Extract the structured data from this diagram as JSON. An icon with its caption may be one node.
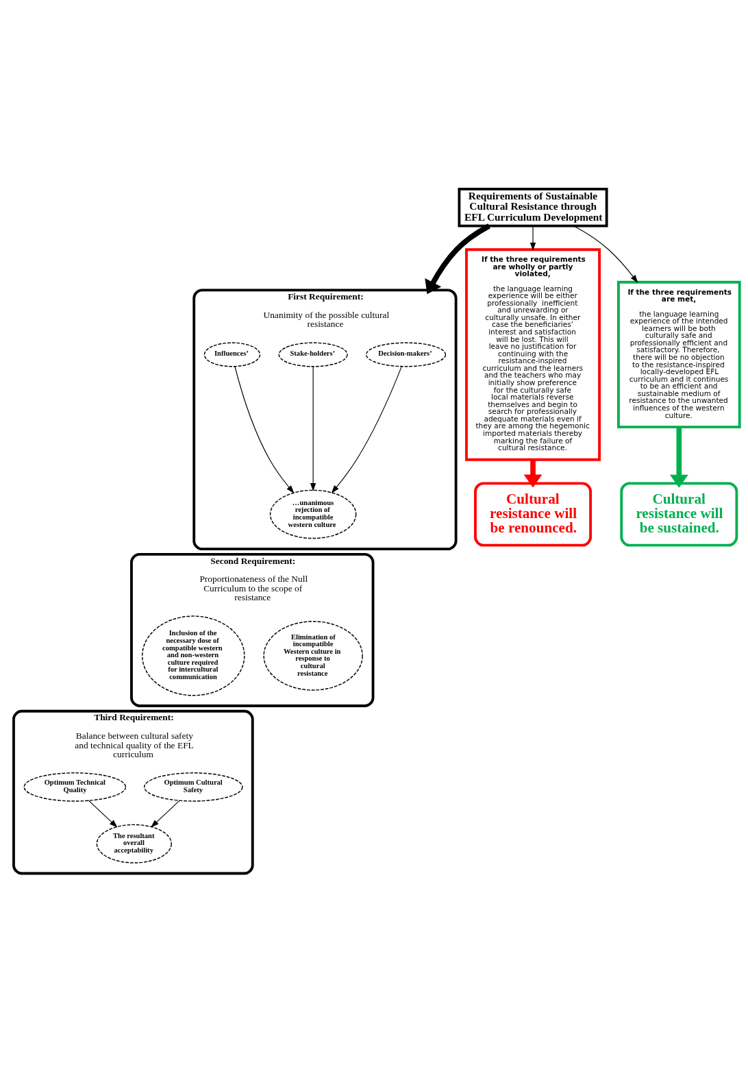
{
  "diagram": {
    "nodes": [
      {
        "text": [
          "Requirements of Sustainable Cultural Resistance through EFL Curriculum Development"
        ]
      },
      {
        "text": [
          "First Requirement:",
          "Unanimity of the possible cultural resistance"
        ]
      },
      {
        "text": [
          "Decision-makers’"
        ],
        "in": 1
      },
      {
        "text": [
          "Stake-holders’"
        ],
        "in": 1
      },
      {
        "text": [
          "Influences’"
        ],
        "in": 1
      },
      {
        "text": [
          "…unanimous rejection of incompatible western culture"
        ],
        "in": 1
      },
      {
        "text": [
          "Second Requirement:",
          "Proportionateness of the Null Curriculum to the scope of resistance"
        ]
      },
      {
        "text": [
          "Elimination of incompatible Western culture in response to cultural resistance"
        ],
        "in": 6
      },
      {
        "text": [
          "Inclusion of the necessary dose of compatible western and non-western culture required for intercultural communication"
        ],
        "in": 6
      },
      {
        "text": [
          "Third Requirement:",
          "Balance between cultural safety and technical quality of the EFL curriculum"
        ]
      },
      {
        "text": [
          "Optimum Cultural Safety"
        ],
        "in": 9
      },
      {
        "text": [
          "Optimum Technical Quality"
        ],
        "in": 9
      },
      {
        "text": [
          "The resultant overall acceptability"
        ],
        "in": 9
      },
      {
        "text": [
          "If the three requirements are wholly or partly violated,",
          "the language learning experience will be either professionally  inefficient and unrewarding or culturally unsafe. In either case the beneficiaries’ interest and satisfaction will be lost. This will leave no justification for continuing with the resistance-inspired curriculum and the learners and the teachers who may initially show preference for the culturally safe local materials reverse themselves and begin to search for professionally adequate materials even if they are among the hegemonic imported materials thereby marking the failure of cultural resistance."
        ]
      },
      {
        "text": [
          "Cultural resistance will be renounced."
        ]
      },
      {
        "text": [
          "If the three requirements are met,",
          "the language learning experience of the intended learners will be both culturally safe and professionally efficient and satisfactory. Therefore, there will be no objection to the resistance-inspired locally-developed EFL curriculum and it continues to be an efficient and sustainable medium of resistance to the unwanted influences of the western culture."
        ]
      },
      {
        "text": [
          "Cultural resistance will be sustained."
        ]
      }
    ],
    "edges": [
      {
        "from": 0,
        "to": 13,
        "arrow": "to"
      },
      {
        "from": 0,
        "to": 15,
        "arrow": "to"
      },
      {
        "from": 0,
        "to": 1,
        "arrow": "to",
        "style": "thick"
      },
      {
        "from": 2,
        "to": 5,
        "arrow": "to"
      },
      {
        "from": 3,
        "to": 5,
        "arrow": "to"
      },
      {
        "from": 4,
        "to": 5,
        "arrow": "to"
      },
      {
        "from": 10,
        "to": 12,
        "arrow": "to"
      },
      {
        "from": 11,
        "to": 12,
        "arrow": "to"
      },
      {
        "from": 13,
        "to": 14,
        "arrow": "to",
        "style": "thick",
        "color": "#ff0000"
      },
      {
        "from": 15,
        "to": 16,
        "arrow": "to",
        "style": "thick",
        "color": "#00b050"
      }
    ]
  }
}
